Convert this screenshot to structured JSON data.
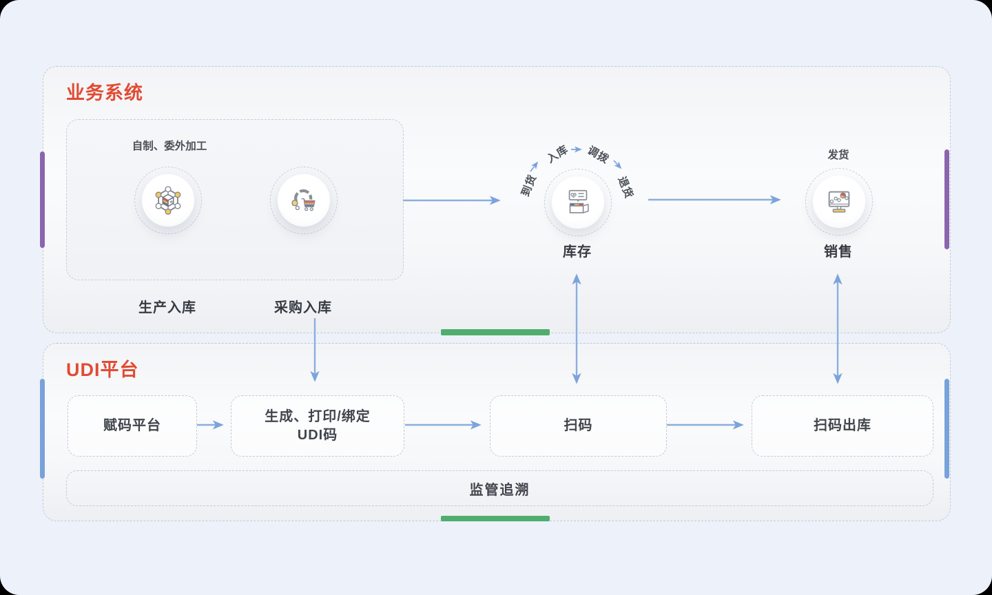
{
  "colors": {
    "title_red": "#e14b33",
    "arrow_blue": "#8aaede",
    "bar_purple": "#8b64ae",
    "bar_blue": "#78a2da",
    "bar_green": "#4fae6d"
  },
  "business_section": {
    "title": "业务系统",
    "production_group": {
      "label": "自制、委外加工",
      "nodes": [
        {
          "label": "生产入库",
          "icon": "production-network-icon"
        },
        {
          "label": "采购入库",
          "icon": "purchase-cart-icon"
        }
      ]
    },
    "inventory_node": {
      "label": "库存",
      "icon": "inventory-box-icon",
      "cycle_labels": [
        "到货",
        "入库",
        "调拨",
        "退货"
      ]
    },
    "sales_node": {
      "label": "销售",
      "ship_label": "发货",
      "icon": "sales-monitor-icon"
    }
  },
  "udi_section": {
    "title": "UDI平台",
    "steps": [
      {
        "label": "赋码平台"
      },
      {
        "label_line1": "生成、打印/绑定",
        "label_line2": "UDI码"
      },
      {
        "label": "扫码"
      },
      {
        "label": "扫码出库"
      }
    ],
    "trace_label": "监管追溯"
  }
}
